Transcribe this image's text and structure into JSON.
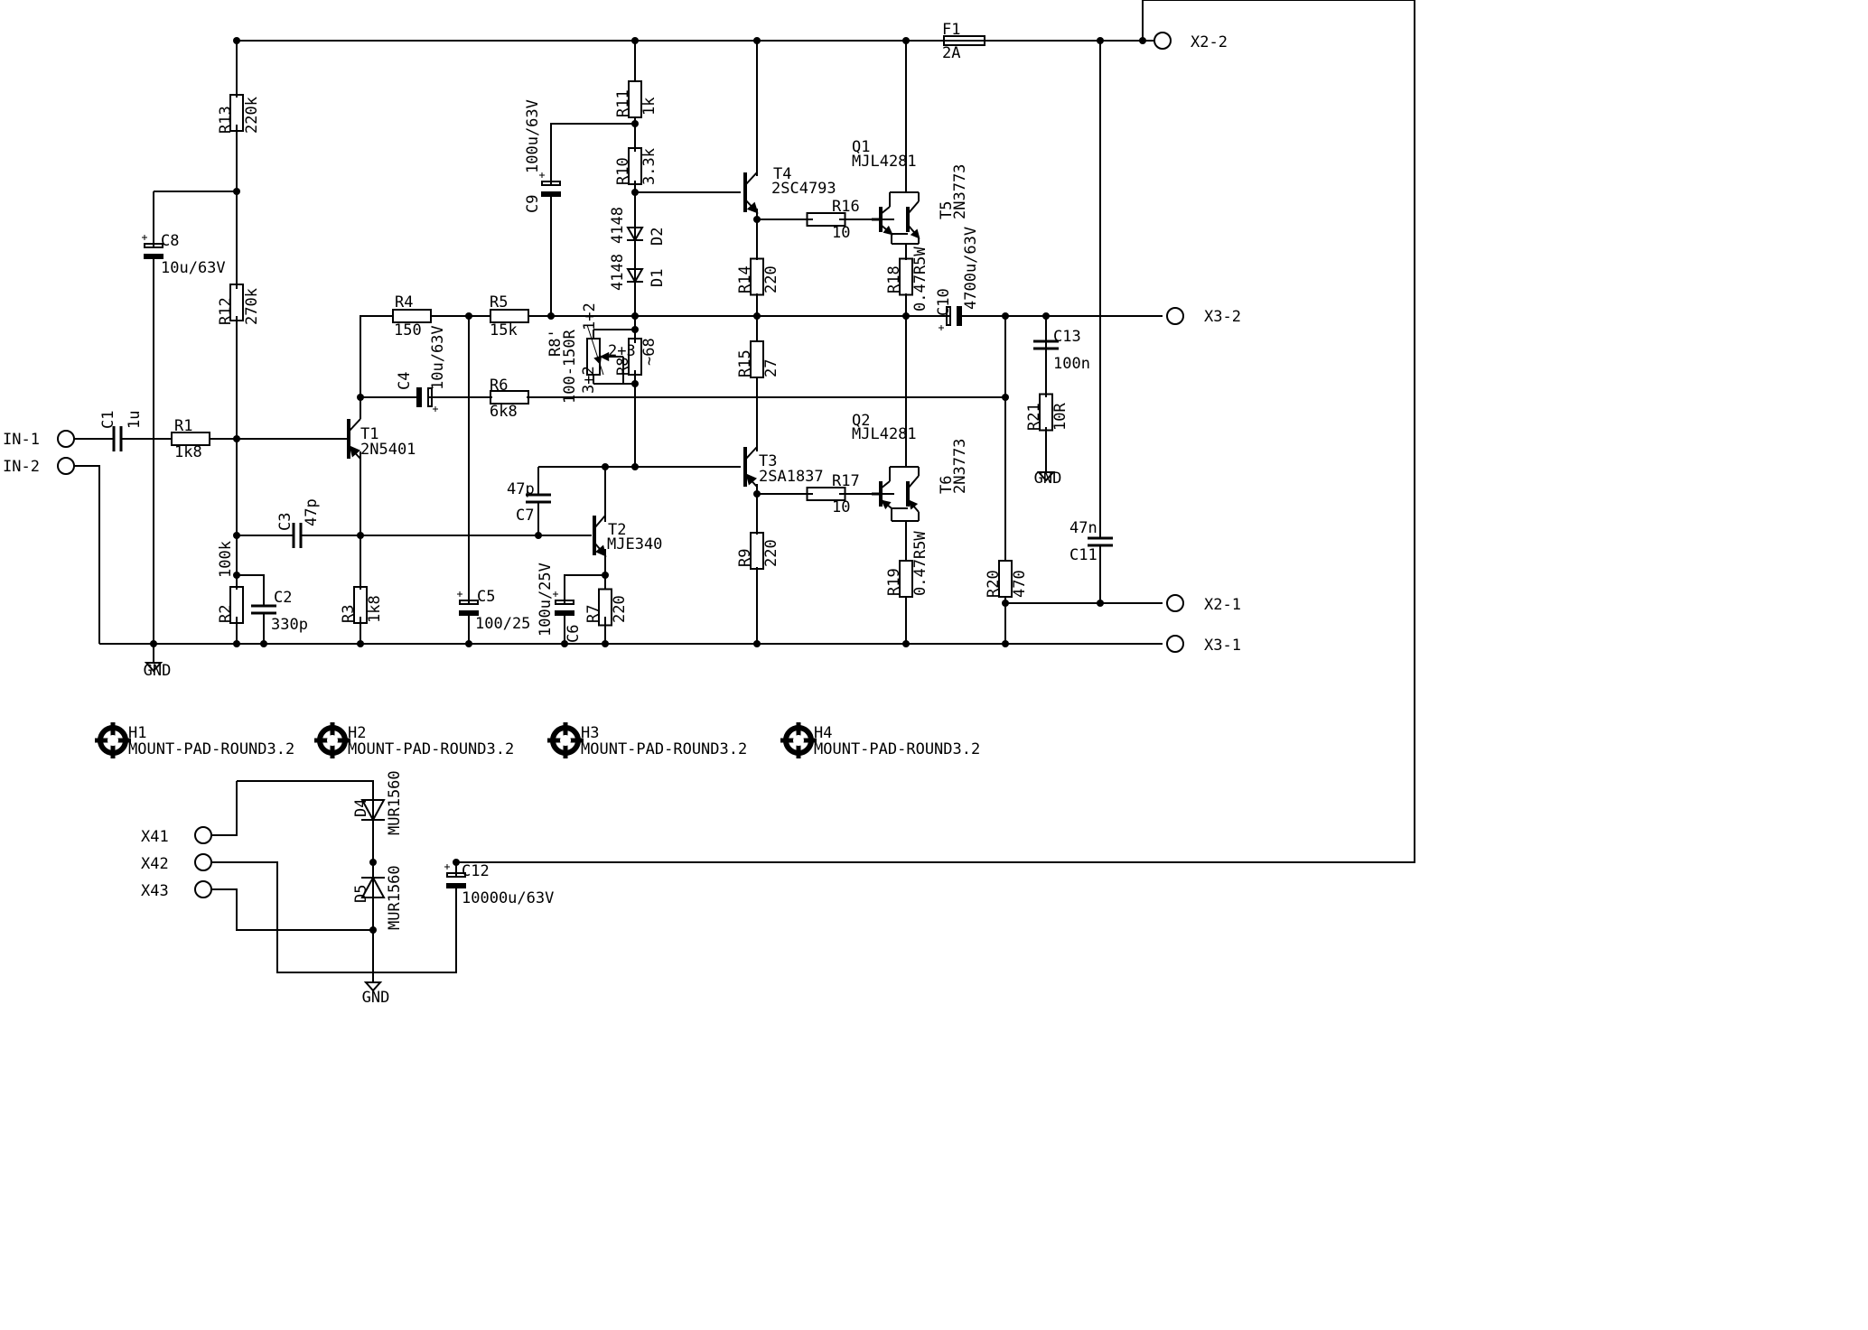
{
  "components": [
    {
      "id": "C1",
      "ref": "C1",
      "value": "1u"
    },
    {
      "id": "R1",
      "ref": "R1",
      "value": "1k8"
    },
    {
      "id": "R13",
      "ref": "R13",
      "value": "220k"
    },
    {
      "id": "R12",
      "ref": "R12",
      "value": "270k"
    },
    {
      "id": "C8",
      "ref": "C8",
      "value": "10u/63V"
    },
    {
      "id": "R2",
      "ref": "R2",
      "value": "100k"
    },
    {
      "id": "C2",
      "ref": "C2",
      "value": "330p"
    },
    {
      "id": "C3",
      "ref": "C3",
      "value": "47p"
    },
    {
      "id": "R3",
      "ref": "R3",
      "value": "1k8"
    },
    {
      "id": "T1",
      "ref": "T1",
      "value": "2N5401"
    },
    {
      "id": "R4",
      "ref": "R4",
      "value": "150"
    },
    {
      "id": "C4",
      "ref": "C4",
      "value": "10u/63V"
    },
    {
      "id": "R5",
      "ref": "R5",
      "value": "15k"
    },
    {
      "id": "R6",
      "ref": "R6",
      "value": "6k8"
    },
    {
      "id": "C5",
      "ref": "C5",
      "value": "100/25"
    },
    {
      "id": "C9",
      "ref": "C9",
      "value": "100u/63V"
    },
    {
      "id": "R11",
      "ref": "R11",
      "value": "1k"
    },
    {
      "id": "R10",
      "ref": "R10",
      "value": "3.3k"
    },
    {
      "id": "D2",
      "ref": "D2",
      "value": "4148"
    },
    {
      "id": "D1",
      "ref": "D1",
      "value": "4148"
    },
    {
      "id": "R8p",
      "ref": "R8'",
      "value": "100-150R"
    },
    {
      "id": "R8",
      "ref": "R8",
      "value": "~68"
    },
    {
      "id": "C7",
      "ref": "C7",
      "value": "47p"
    },
    {
      "id": "T2",
      "ref": "T2",
      "value": "MJE340"
    },
    {
      "id": "C6",
      "ref": "C6",
      "value": "100u/25V"
    },
    {
      "id": "R7",
      "ref": "R7",
      "value": "220"
    },
    {
      "id": "T4",
      "ref": "T4",
      "value": "2SC4793"
    },
    {
      "id": "T3",
      "ref": "T3",
      "value": "2SA1837"
    },
    {
      "id": "R14",
      "ref": "R14",
      "value": "220"
    },
    {
      "id": "R15",
      "ref": "R15",
      "value": "27"
    },
    {
      "id": "R9",
      "ref": "R9",
      "value": "220"
    },
    {
      "id": "R16",
      "ref": "R16",
      "value": "10"
    },
    {
      "id": "R17",
      "ref": "R17",
      "value": "10"
    },
    {
      "id": "Q1",
      "ref": "Q1",
      "value": "MJL4281"
    },
    {
      "id": "Q2",
      "ref": "Q2",
      "value": "MJL4281"
    },
    {
      "id": "T5",
      "ref": "T5",
      "value": "2N3773"
    },
    {
      "id": "T6",
      "ref": "T6",
      "value": "2N3773"
    },
    {
      "id": "R18",
      "ref": "R18",
      "value": "0.47R5W"
    },
    {
      "id": "R19",
      "ref": "R19",
      "value": "0.47R5W"
    },
    {
      "id": "C10",
      "ref": "C10",
      "value": "4700u/63V"
    },
    {
      "id": "C13",
      "ref": "C13",
      "value": "100n"
    },
    {
      "id": "R21",
      "ref": "R21",
      "value": "10R"
    },
    {
      "id": "R20",
      "ref": "R20",
      "value": "470"
    },
    {
      "id": "C11",
      "ref": "C11",
      "value": "47n"
    },
    {
      "id": "F1",
      "ref": "F1",
      "value": "2A"
    },
    {
      "id": "H1",
      "ref": "H1",
      "value": "MOUNT-PAD-ROUND3.2"
    },
    {
      "id": "H2",
      "ref": "H2",
      "value": "MOUNT-PAD-ROUND3.2"
    },
    {
      "id": "H3",
      "ref": "H3",
      "value": "MOUNT-PAD-ROUND3.2"
    },
    {
      "id": "H4",
      "ref": "H4",
      "value": "MOUNT-PAD-ROUND3.2"
    },
    {
      "id": "D4",
      "ref": "D4",
      "value": "MUR1560"
    },
    {
      "id": "D5",
      "ref": "D5",
      "value": "MUR1560"
    },
    {
      "id": "C12",
      "ref": "C12",
      "value": "10000u/63V"
    }
  ],
  "connectors": [
    "IN-1",
    "IN-2",
    "X2-2",
    "X3-2",
    "X2-1",
    "X3-1",
    "X41",
    "X42",
    "X43"
  ],
  "power": {
    "gnd": "GND"
  },
  "pot_pins": {
    "p12": "1+2",
    "p23": "2+3",
    "p32": "3+2"
  }
}
